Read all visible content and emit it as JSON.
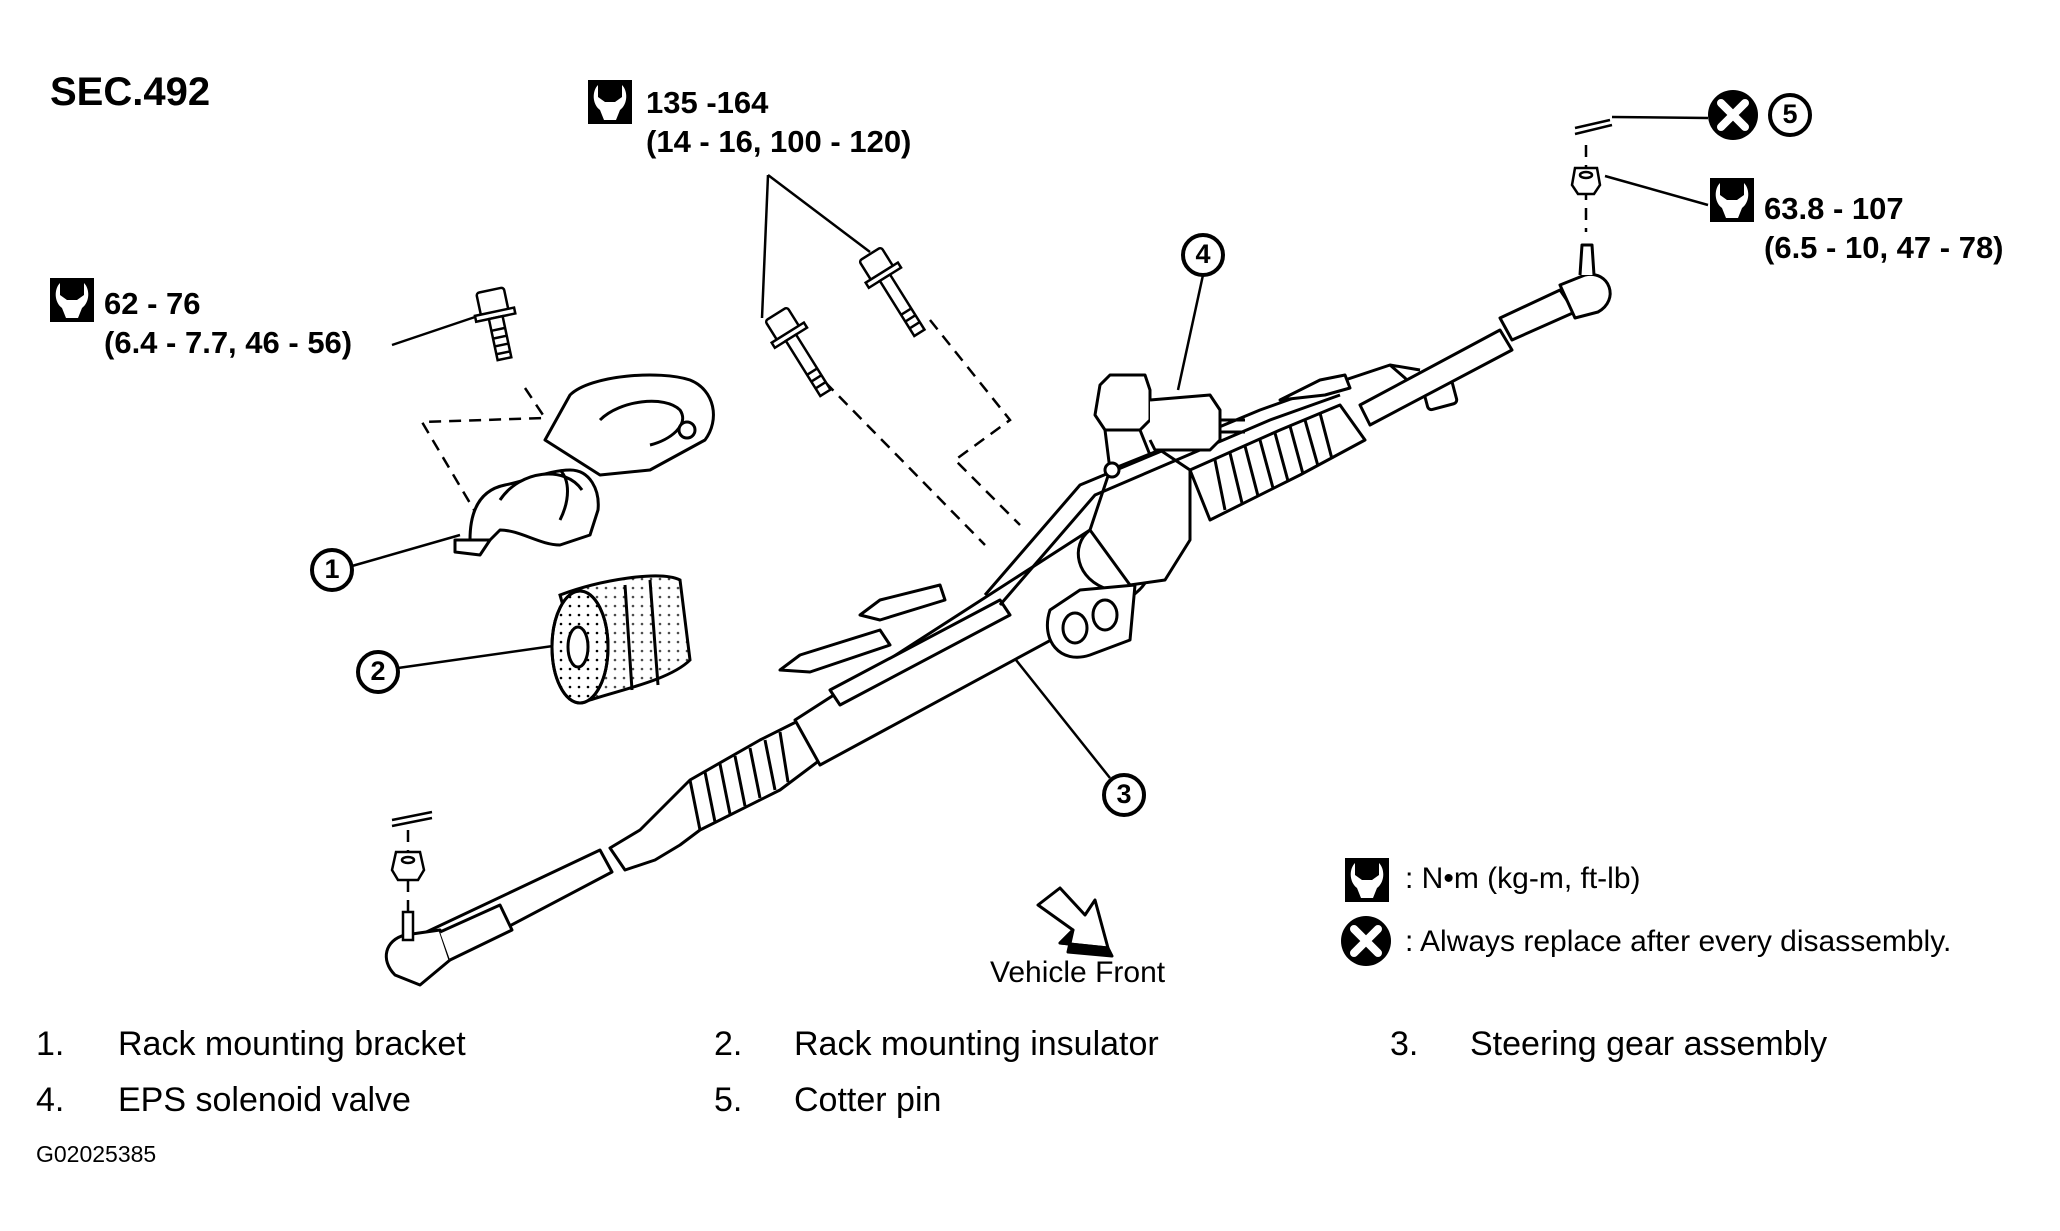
{
  "section": "SEC.492",
  "icons": {
    "torque": "torque-wrench-icon",
    "replace": "always-replace-x-icon"
  },
  "torque_specs": [
    {
      "id": "bracket-bolt",
      "main": "62 - 76",
      "sub": "(6.4 - 7.7, 46 - 56)"
    },
    {
      "id": "gear-bolts",
      "main": "135 -164",
      "sub": "(14 - 16, 100 - 120)"
    },
    {
      "id": "tie-rod-nut",
      "main": "63.8 - 107",
      "sub": "(6.5 - 10, 47 - 78)"
    }
  ],
  "callouts": [
    "1",
    "2",
    "3",
    "4",
    "5"
  ],
  "direction_label": "Vehicle Front",
  "legend": {
    "torque_text": ":  N•m  (kg-m,  ft-lb)",
    "replace_text": ": Always replace after every disassembly."
  },
  "parts": [
    {
      "num": "1.",
      "name": "Rack mounting bracket"
    },
    {
      "num": "2.",
      "name": "Rack mounting insulator"
    },
    {
      "num": "3.",
      "name": "Steering gear assembly"
    },
    {
      "num": "4.",
      "name": "EPS solenoid valve"
    },
    {
      "num": "5.",
      "name": "Cotter pin"
    }
  ],
  "figure_code": "G02025385"
}
